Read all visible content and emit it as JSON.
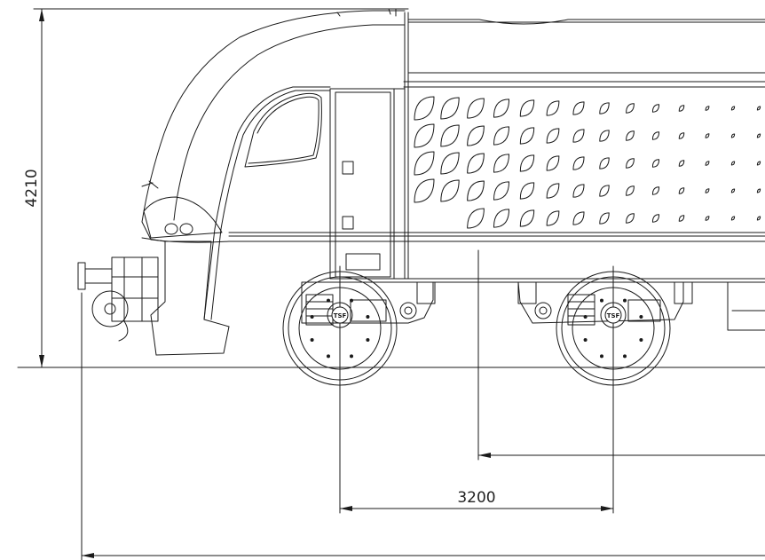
{
  "dimensions": {
    "height_label": "4210",
    "bogie_spacing_label": "3200"
  },
  "badges": {
    "front_axle": "TSF",
    "rear_axle": "TSF"
  },
  "colors": {
    "line": "#1a1a1a",
    "background": "#ffffff"
  }
}
